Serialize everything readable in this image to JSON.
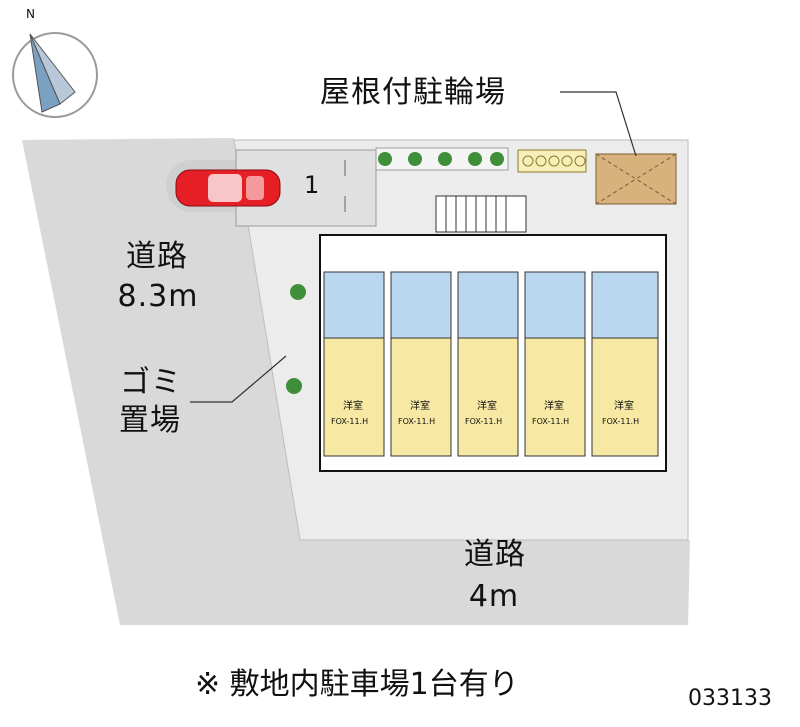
{
  "compass": {
    "north_label": "N"
  },
  "labels": {
    "bicycle_parking": "屋根付駐輪場",
    "road_left_name": "道路",
    "road_left_width": "8.3m",
    "garbage_line1": "ゴミ",
    "garbage_line2": "置場",
    "road_bottom_name": "道路",
    "road_bottom_width": "4m",
    "parking_space_number": "1",
    "note": "※ 敷地内駐車場1台有り",
    "property_code": "033133"
  },
  "units": [
    {
      "room_label": "洋室",
      "size_label": "FOX-11.H"
    },
    {
      "room_label": "洋室",
      "size_label": "FOX-11.H"
    },
    {
      "room_label": "洋室",
      "size_label": "FOX-11.H"
    },
    {
      "room_label": "洋室",
      "size_label": "FOX-11.H"
    },
    {
      "room_label": "洋室",
      "size_label": "FOX-11.H"
    }
  ],
  "colors": {
    "road_gray": "#d9d9d9",
    "site_gray": "#e6e6e6",
    "room_yellow": "#f7e9a4",
    "wet_blue": "#b9d7ef",
    "car_red": "#e61f26",
    "bike_roof": "#d8b27c",
    "shrub_green": "#3f8f3a"
  }
}
